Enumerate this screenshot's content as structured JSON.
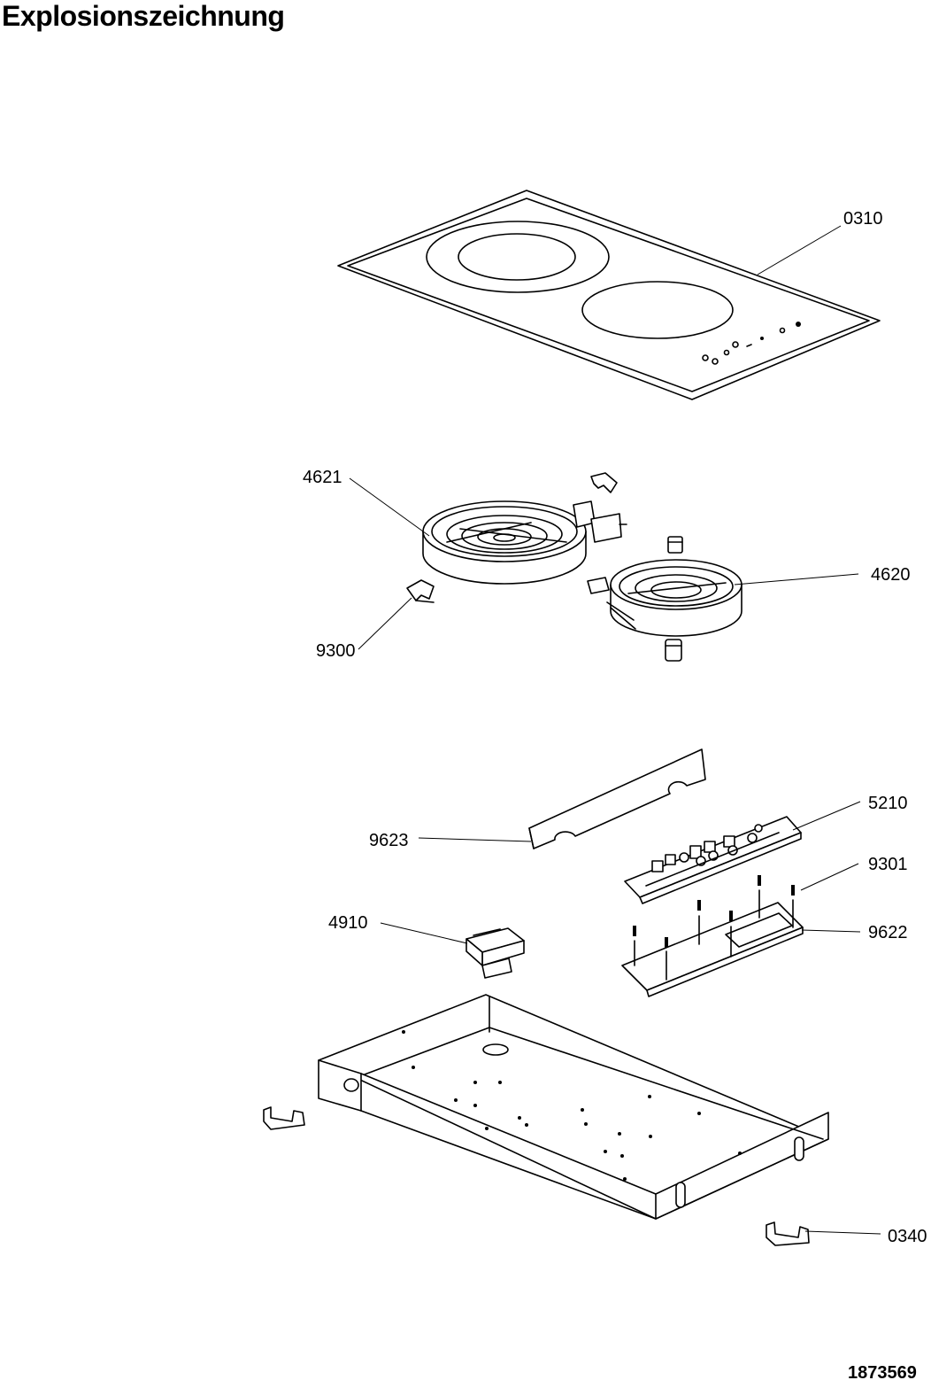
{
  "page": {
    "title": "Explosionszeichnung",
    "document_number": "1873569"
  },
  "parts": [
    {
      "id": "p0310",
      "label": "0310"
    },
    {
      "id": "p4621",
      "label": "4621"
    },
    {
      "id": "p4620",
      "label": "4620"
    },
    {
      "id": "p9300",
      "label": "9300"
    },
    {
      "id": "p9623",
      "label": "9623"
    },
    {
      "id": "p5210",
      "label": "5210"
    },
    {
      "id": "p9301",
      "label": "9301"
    },
    {
      "id": "p4910",
      "label": "4910"
    },
    {
      "id": "p9622",
      "label": "9622"
    },
    {
      "id": "p0340",
      "label": "0340"
    }
  ]
}
